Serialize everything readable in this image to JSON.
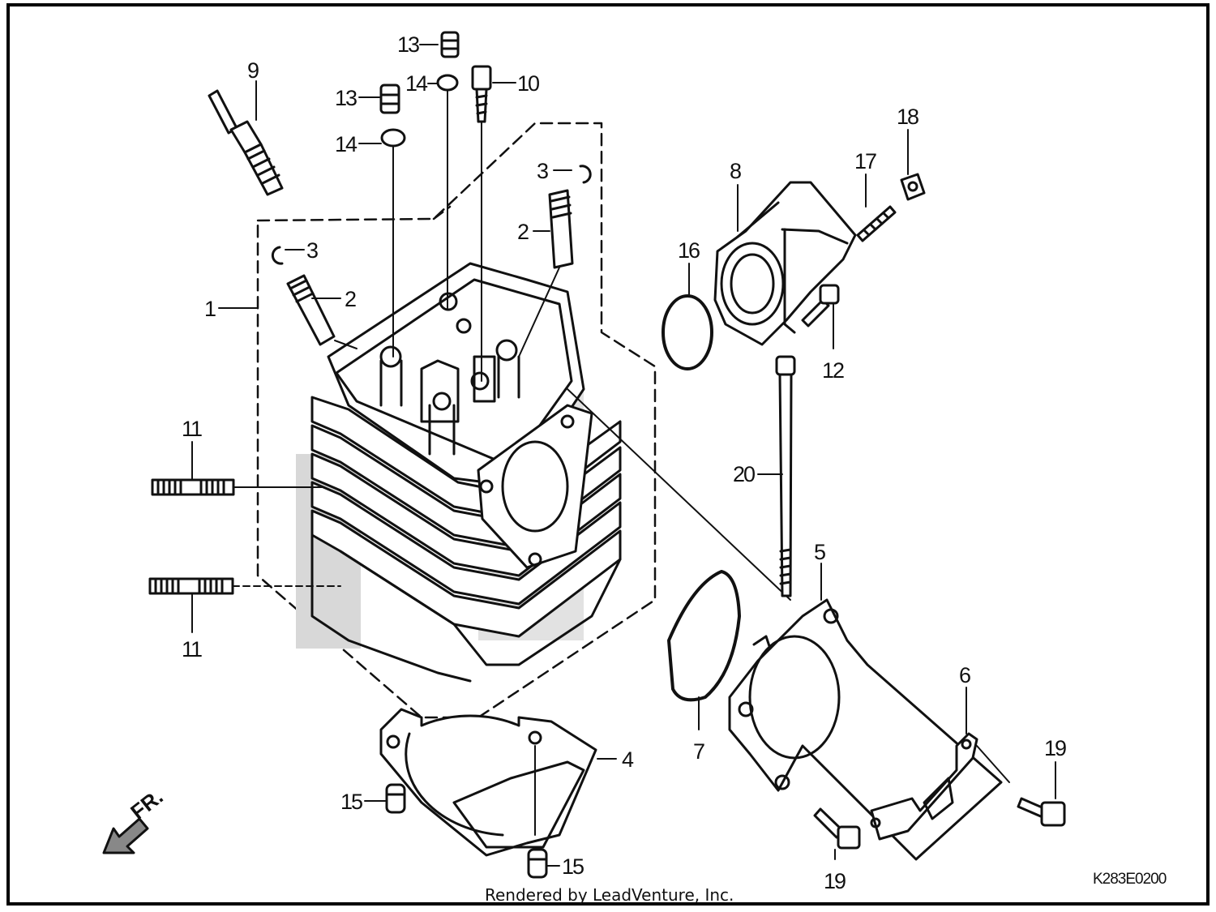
{
  "callouts": {
    "c1": "1",
    "c2a": "2",
    "c2b": "2",
    "c3a": "3",
    "c3b": "3",
    "c4": "4",
    "c5": "5",
    "c6": "6",
    "c7": "7",
    "c8": "8",
    "c9": "9",
    "c10": "10",
    "c11a": "11",
    "c11b": "11",
    "c12": "12",
    "c13a": "13",
    "c13b": "13",
    "c14a": "14",
    "c14b": "14",
    "c15a": "15",
    "c15b": "15",
    "c16": "16",
    "c17": "17",
    "c18": "18",
    "c19a": "19",
    "c19b": "19",
    "c20": "20"
  },
  "front_indicator": "FR.",
  "diagram_code": "K283E0200",
  "credit": "Rendered by LeadVenture, Inc."
}
